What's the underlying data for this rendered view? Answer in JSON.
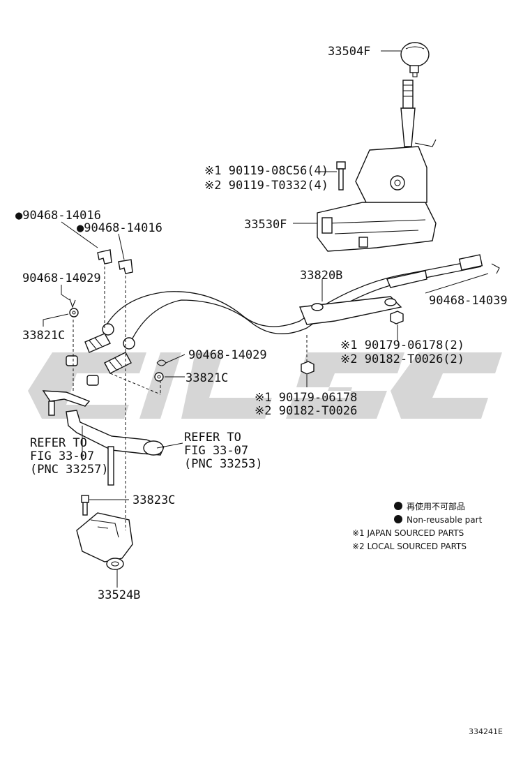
{
  "parts": {
    "shift_knob": "33504F",
    "shift_lever_assy": "33530F",
    "bolt_line1": "※1 90119-08C56(4)",
    "bolt_line2": "※2 90119-T0332(4)",
    "cable_assy": "33820B",
    "clip_upper_1": "●90468-14016",
    "clip_upper_2": "●90468-14016",
    "clip_left": "90468-14029",
    "clip_mid": "90468-14029",
    "clip_right": "90468-14039",
    "bushing_left": "33821C",
    "bushing_mid": "33821C",
    "nut_right_line1": "※1 90179-06178(2)",
    "nut_right_line2": "※2 90182-T0026(2)",
    "nut_center_line1": "※1 90179-06178",
    "nut_center_line2": "※2 90182-T0026",
    "bolt_bracket": "33823C",
    "bracket": "33524B"
  },
  "refs": {
    "left": [
      "REFER TO",
      "FIG 33-07",
      "(PNC 33257)"
    ],
    "right": [
      "REFER TO",
      "FIG 33-07",
      "(PNC 33253)"
    ]
  },
  "legend": {
    "line1": "再使用不可部品",
    "line2": "Non-reusable part",
    "line3": "※1 JAPAN SOURCED PARTS",
    "line4": "※2 LOCAL SOURCED PARTS"
  },
  "figure_id": "334241E"
}
